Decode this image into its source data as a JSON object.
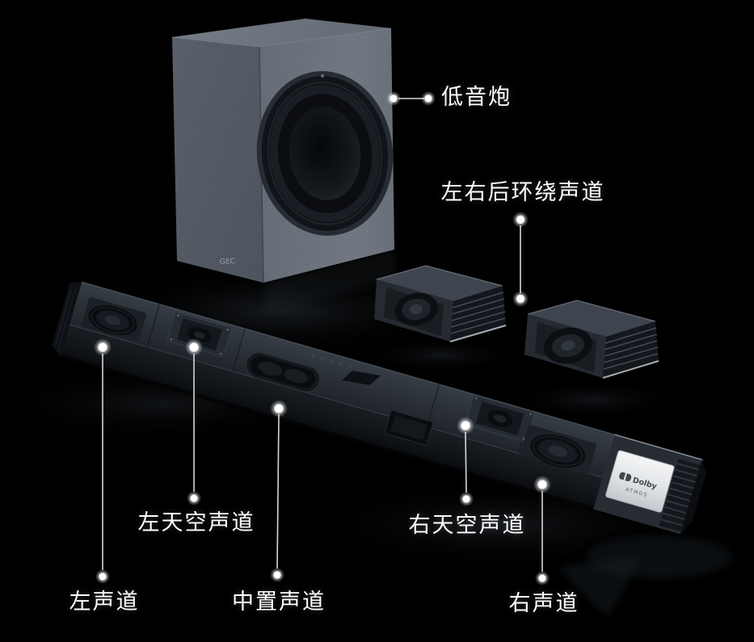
{
  "labels": {
    "subwoofer": "低音炮",
    "rear_surround": "左右后环绕声道",
    "left_sky": "左天空声道",
    "right_sky": "右天空声道",
    "left_channel": "左声道",
    "center_channel": "中置声道",
    "right_channel": "右声道"
  },
  "branding": {
    "subwoofer_logo": "GEC",
    "soundbar_badge_line1": "Dolby",
    "soundbar_badge_line2": "ATMOS"
  },
  "colors": {
    "background": "#000000",
    "label_text": "#ffffff",
    "callout_line": "#d6d6d6",
    "subwoofer_body": "#525964",
    "soundbar_body": "#23272d",
    "badge_silver": "#e9ebee"
  }
}
